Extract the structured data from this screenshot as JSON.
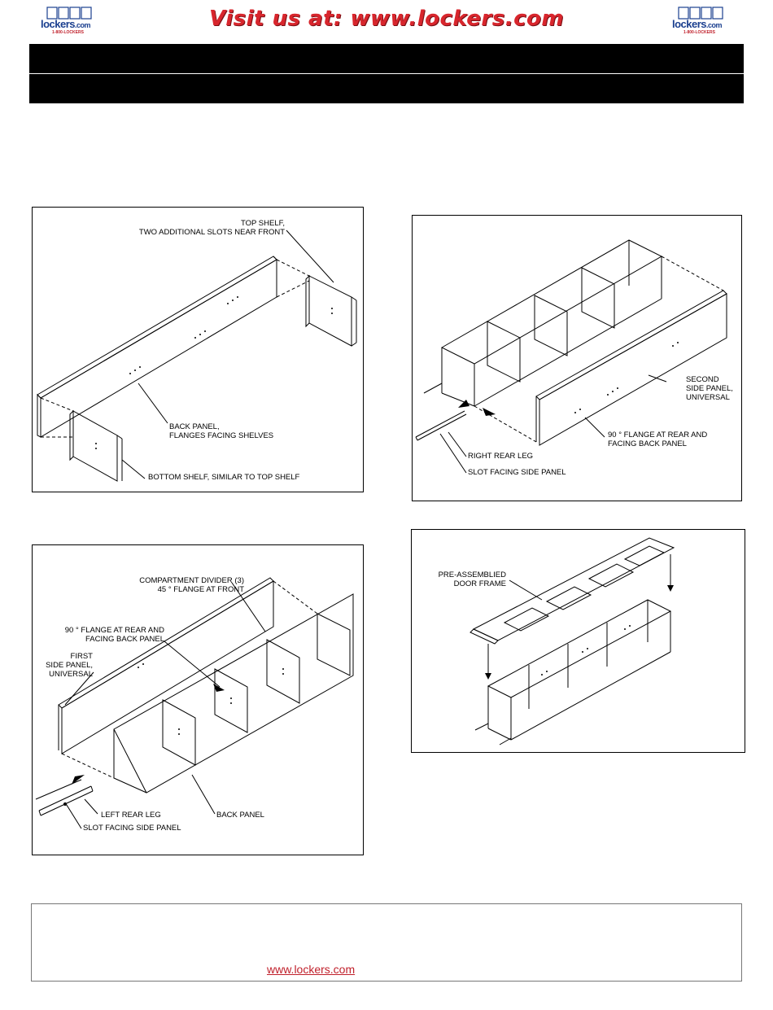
{
  "header": {
    "logo_text": "lockers",
    "logo_suffix": ".com",
    "logo_phone": "1-800-LOCKERS",
    "visit_text": "Visit us at: www.lockers.com",
    "brand_red": "#d8262d",
    "brand_blue": "#1a3f8f"
  },
  "steps": {
    "step1": {
      "top_shelf": "TOP SHELF,",
      "top_shelf_2": "TWO ADDITIONAL SLOTS NEAR FRONT",
      "back_panel": "BACK PANEL,",
      "back_panel_2": "FLANGES FACING SHELVES",
      "bottom_shelf": "BOTTOM SHELF, SIMILAR TO TOP SHELF"
    },
    "step2": {
      "divider": "COMPARTMENT DIVIDER (3)",
      "divider_2": "45 ° FLANGE AT FRONT",
      "flange": "90 ° FLANGE AT REAR AND",
      "flange_2": "FACING BACK PANEL",
      "first": "FIRST",
      "first_2": "SIDE PANEL,",
      "first_3": "UNIVERSAL",
      "left_leg": "LEFT REAR LEG",
      "slot": "SLOT FACING SIDE PANEL",
      "back_panel": "BACK PANEL"
    },
    "step3": {
      "second": "SECOND",
      "second_2": "SIDE PANEL,",
      "second_3": "UNIVERSAL",
      "flange": "90 ° FLANGE AT REAR AND",
      "flange_2": "FACING BACK PANEL",
      "right_leg": "RIGHT REAR LEG",
      "slot": "SLOT FACING SIDE PANEL"
    },
    "step4": {
      "frame": "PRE-ASSEMBLIED",
      "frame_2": "DOOR FRAME"
    }
  },
  "footer": {
    "link": "www.lockers.com"
  }
}
